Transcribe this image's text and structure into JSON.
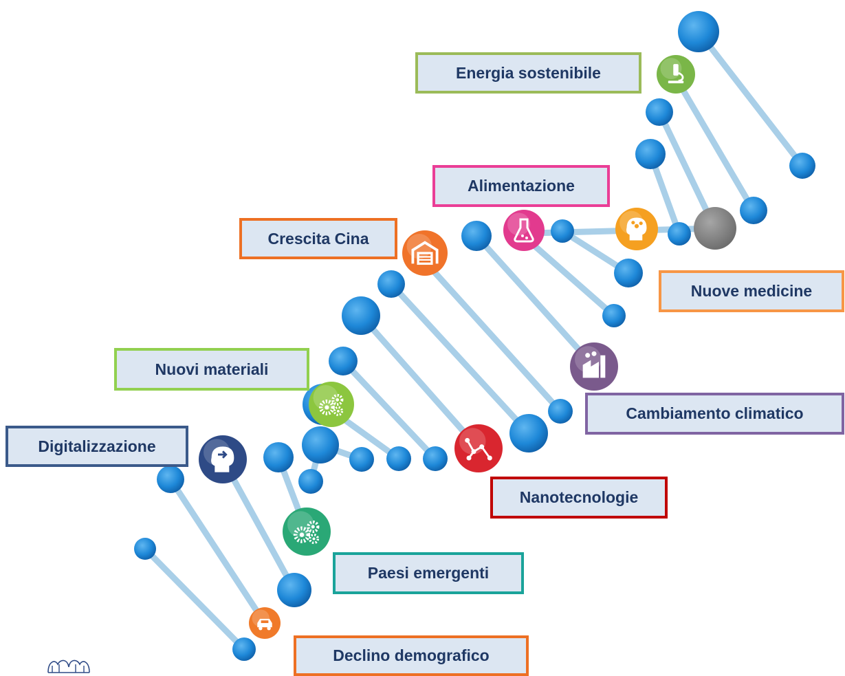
{
  "diagram": {
    "topics": [
      {
        "id": "energia",
        "label": "Energia sostenibile",
        "border_color": "#9bbb59",
        "icon": "microscope-icon",
        "icon_color": "#7ab648"
      },
      {
        "id": "alimentazione",
        "label": "Alimentazione",
        "border_color": "#ea3e96",
        "icon": "flask-icon",
        "icon_color": "#e23a8e"
      },
      {
        "id": "crescita-cina",
        "label": "Crescita Cina",
        "border_color": "#ed7024",
        "icon": "warehouse-icon",
        "icon_color": "#f0732a"
      },
      {
        "id": "nuove-medicine",
        "label": "Nuove medicine",
        "border_color": "#f79646",
        "icon": "brain-head-icon",
        "icon_color": "#f5a021"
      },
      {
        "id": "nuovi-materiali",
        "label": "Nuovi materiali",
        "border_color": "#92d050",
        "icon": "gears-icon",
        "icon_color": "#8cc63f"
      },
      {
        "id": "cambiamento-climatico",
        "label": "Cambiamento climatico",
        "border_color": "#8064a2",
        "icon": "factory-icon",
        "icon_color": "#7a5a8c"
      },
      {
        "id": "digitalizzazione",
        "label": "Digitalizzazione",
        "border_color": "#3b5a8a",
        "icon": "mind-head-icon",
        "icon_color": "#2e4a86"
      },
      {
        "id": "nanotecnologie",
        "label": "Nanotecnologie",
        "border_color": "#c00000",
        "icon": "network-icon",
        "icon_color": "#d9262f"
      },
      {
        "id": "paesi-emergenti",
        "label": "Paesi emergenti",
        "border_color": "#1aa39a",
        "icon": "cogs-icon",
        "icon_color": "#2aa876"
      },
      {
        "id": "declino-demografico",
        "label": "Declino demografico",
        "border_color": "#ed7024",
        "icon": "car-icon",
        "icon_color": "#f07a2a"
      }
    ],
    "colors": {
      "bead": "#1e88d8",
      "bond": "#a9cfe8",
      "neutral_bead": "#7f7f7f",
      "label_fill": "#dce6f2",
      "label_text": "#1f3864"
    }
  }
}
